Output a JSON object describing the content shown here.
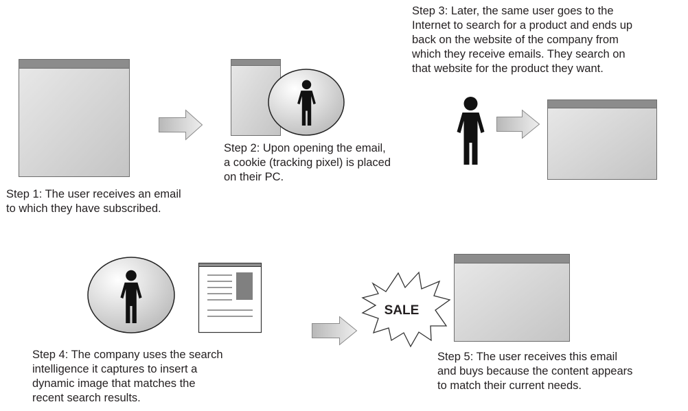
{
  "steps": [
    {
      "number": 1,
      "text": "Step 1: The user receives an email\nto which they have subscribed."
    },
    {
      "number": 2,
      "text": "Step 2: Upon opening the email,\na cookie (tracking pixel) is placed\non their PC."
    },
    {
      "number": 3,
      "text": "Step 3: Later, the same user goes to the\nInternet to search for a product and ends up\nback on the website of the company from\nwhich they receive emails. They search on\nthat website for the product they want."
    },
    {
      "number": 4,
      "text": "Step 4: The company uses the search\nintelligence it captures to insert a\ndynamic image that matches the\nrecent search results."
    },
    {
      "number": 5,
      "text": "Step 5: The user receives this email\nand buys because the content appears\nto match their current needs."
    }
  ],
  "sale_badge": {
    "label": "SALE"
  },
  "icons": [
    "window-icon",
    "arrow-right-icon",
    "person-icon",
    "email-newsletter-icon",
    "sale-starburst-icon"
  ]
}
